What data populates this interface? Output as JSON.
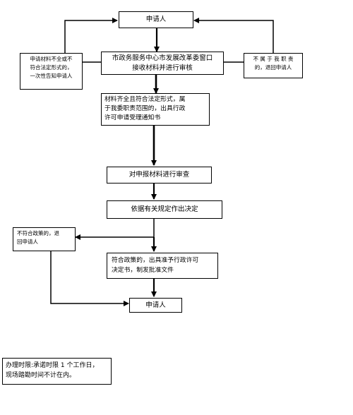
{
  "nodes": {
    "applicant_top": "申请人",
    "receive": [
      "市政务服务中心市发展改革委窗口",
      "接收材料并进行审核"
    ],
    "incomplete": [
      "申请材料不全或不",
      "符合法定形式的，",
      "一次性告知申请人"
    ],
    "out_of_scope": [
      "不 属 于 我 职 责",
      "的，退回申请人"
    ],
    "accept": [
      "材料齐全且符合法定形式，属",
      "于我委职责范围的，出具行政",
      "许可申请受理通知书"
    ],
    "review": "对申报材料进行审查",
    "decide": "依据有关规定作出决定",
    "not_policy": [
      "不符合政策的，退",
      "回申请人"
    ],
    "approve": [
      "符合政策的，出具准予行政许可",
      "决定书，制发批准文件"
    ],
    "applicant_bottom": "申请人"
  },
  "note": [
    "办理时限:承诺时限 1 个工作日，",
    "现场踏勘时间不计在内。"
  ]
}
